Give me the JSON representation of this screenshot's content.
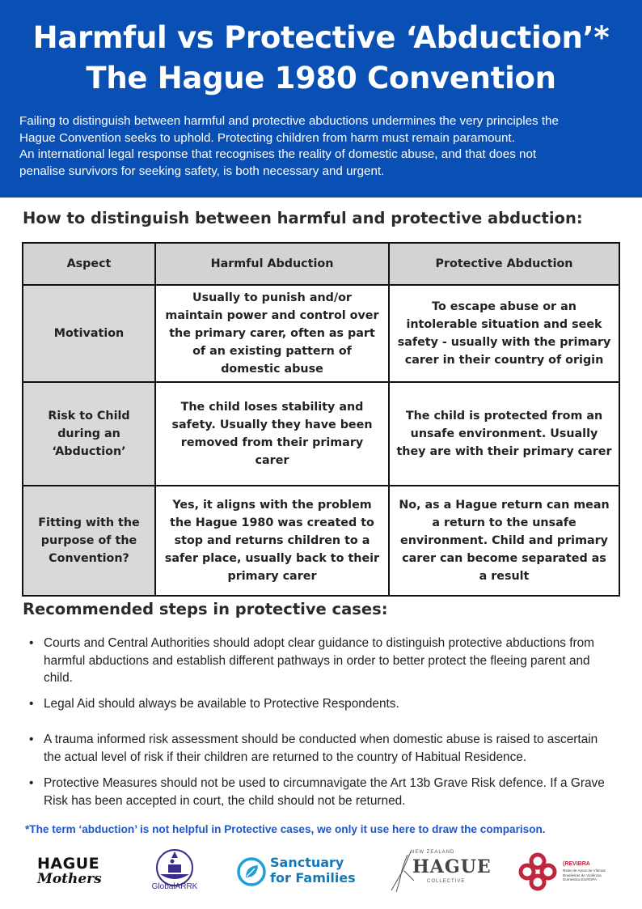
{
  "banner": {
    "title_line1": "Harmful vs Protective ‘Abduction’*",
    "title_line2": "The Hague 1980 Convention",
    "intro_line1": "Failing to distinguish between harmful and protective abductions undermines the very principles the",
    "intro_line2": "Hague Convention seeks to uphold. Protecting children from harm must remain paramount.",
    "intro_line3": "An international legal response that recognises the reality of domestic abuse, and that does not",
    "intro_line4": "penalise survivors for seeking safety, is both necessary and urgent.",
    "background_color": "#0a4fb4"
  },
  "distinguish_heading": "How to distinguish between harmful and protective abduction:",
  "table": {
    "headers": [
      "Aspect",
      "Harmful Abduction",
      "Protective Abduction"
    ],
    "rows": [
      {
        "aspect": "Motivation",
        "harmful": "Usually to punish and/or maintain power and control over the primary carer, often as part of an existing pattern of domestic abuse",
        "protective": "To escape abuse or an intolerable situation and seek safety - usually with the primary carer in their country of origin"
      },
      {
        "aspect": "Risk to Child during an ‘Abduction’",
        "harmful": "The child loses stability and safety. Usually they have been removed from their primary  carer",
        "protective": "The child is protected from an unsafe environment. Usually they are with their primary carer"
      },
      {
        "aspect": "Fitting with the purpose of the Convention?",
        "harmful": "Yes, it aligns with the problem the Hague 1980 was created to stop and returns children to a safer place, usually back to their primary carer",
        "protective": "No, as a Hague return can mean a return to the unsafe environment. Child and primary carer can become separated as a result"
      }
    ]
  },
  "steps_heading": "Recommended steps in protective cases:",
  "steps": [
    "Courts and Central Authorities should adopt clear guidance to distinguish protective abductions from harmful abductions and establish different pathways in order to better protect the fleeing parent and child.",
    "Legal Aid should always be available to Protective Respondents.",
    "A trauma informed risk assessment should be conducted when domestic abuse is raised to ascertain the actual level of risk if their children are returned to the country of Habitual Residence.",
    "Protective Measures should not be used to circumnavigate the Art 13b Grave Risk defence. If a Grave Risk has been accepted in court, the child should not be returned."
  ],
  "bullet_glyph": "•",
  "footnote": "*The term ‘abduction’ is not helpful in Protective cases, we only it use here to draw the comparison.",
  "logos": {
    "hague_mothers_line1": "HAGUE",
    "hague_mothers_line2": "Mothers",
    "globalarrk": "GlobalARRK",
    "sanctuary_line1": "Sanctuary",
    "sanctuary_line2": "for Families",
    "nz_hague_top": "NEW ZEALAND",
    "nz_hague_main": "HAGUE",
    "nz_hague_bottom": "COLLECTIVE",
    "revibra_name": "(REVIBRA",
    "revibra_desc": "Rede de Apoio às Vítimas Brasileiras de Violência Doméstica EUROPA"
  },
  "colors": {
    "footnote": "#1f56c9",
    "table_header_bg": "#d3d3d3",
    "sanctuary": "#1678b7",
    "revibra": "#c0263d"
  }
}
